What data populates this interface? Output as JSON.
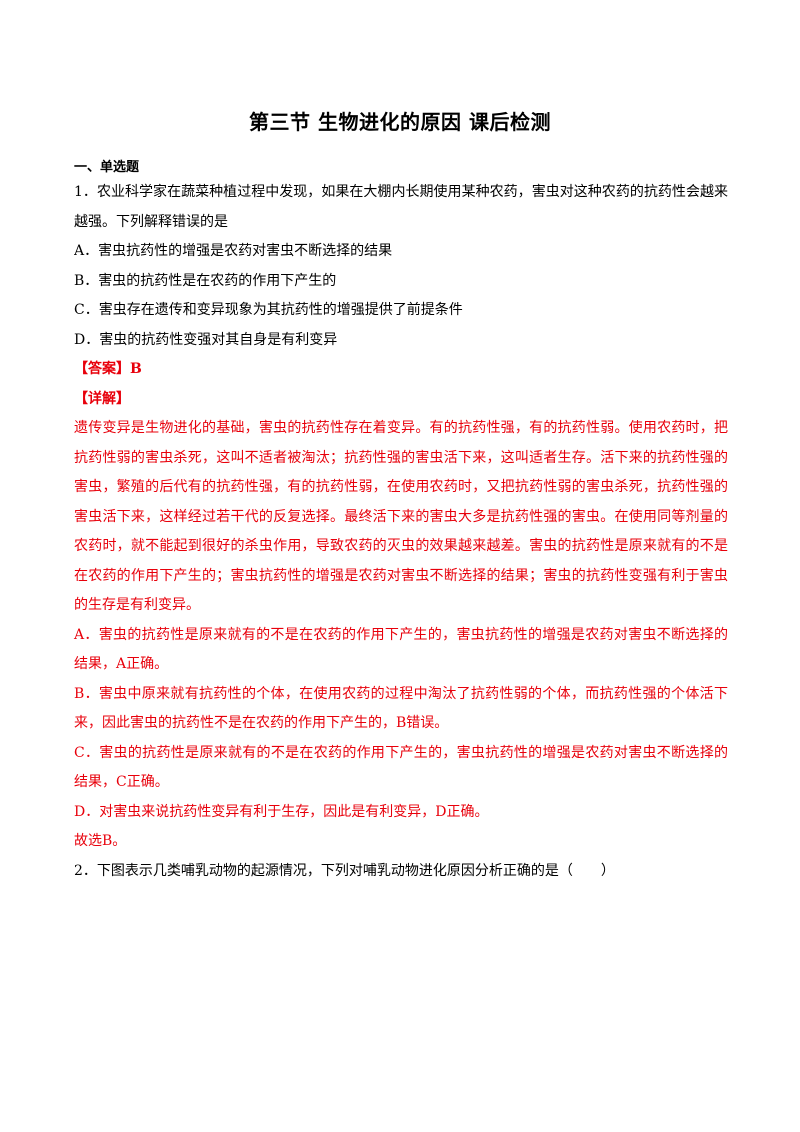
{
  "title": "第三节 生物进化的原因 课后检测",
  "section_title": "一、单选题",
  "q1": {
    "stem": "1．农业科学家在蔬菜种植过程中发现，如果在大棚内长期使用某种农药，害虫对这种农药的抗药性会越来越强。下列解释错误的是",
    "options": [
      "A．害虫抗药性的增强是农药对害虫不断选择的结果",
      "B．害虫的抗药性是在农药的作用下产生的",
      "C．害虫存在遗传和变异现象为其抗药性的增强提供了前提条件",
      "D．害虫的抗药性变强对其自身是有利变异"
    ],
    "answer": "【答案】B",
    "detail_label": "【详解】",
    "detail_paragraph": "遗传变异是生物进化的基础，害虫的抗药性存在着变异。有的抗药性强，有的抗药性弱。使用农药时，把抗药性弱的害虫杀死，这叫不适者被淘汰；抗药性强的害虫活下来，这叫适者生存。活下来的抗药性强的害虫，繁殖的后代有的抗药性强，有的抗药性弱，在使用农药时，又把抗药性弱的害虫杀死，抗药性强的害虫活下来，这样经过若干代的反复选择。最终活下来的害虫大多是抗药性强的害虫。在使用同等剂量的农药时，就不能起到很好的杀虫作用，导致农药的灭虫的效果越来越差。害虫的抗药性是原来就有的不是在农药的作用下产生的；害虫抗药性的增强是农药对害虫不断选择的结果；害虫的抗药性变强有利于害虫的生存是有利变异。",
    "analysis": [
      "A．害虫的抗药性是原来就有的不是在农药的作用下产生的，害虫抗药性的增强是农药对害虫不断选择的结果，A正确。",
      "B．害虫中原来就有抗药性的个体，在使用农药的过程中淘汰了抗药性弱的个体，而抗药性强的个体活下来，因此害虫的抗药性不是在农药的作用下产生的，B错误。",
      "C．害虫的抗药性是原来就有的不是在农药的作用下产生的，害虫抗药性的增强是农药对害虫不断选择的结果，C正确。",
      "D．对害虫来说抗药性变异有利于生存，因此是有利变异，D正确。"
    ],
    "conclusion": "故选B。"
  },
  "q2": {
    "stem": "2．下图表示几类哺乳动物的起源情况，下列对哺乳动物进化原因分析正确的是（　　）"
  },
  "colors": {
    "answer": "#e8000b",
    "text": "#000000"
  }
}
